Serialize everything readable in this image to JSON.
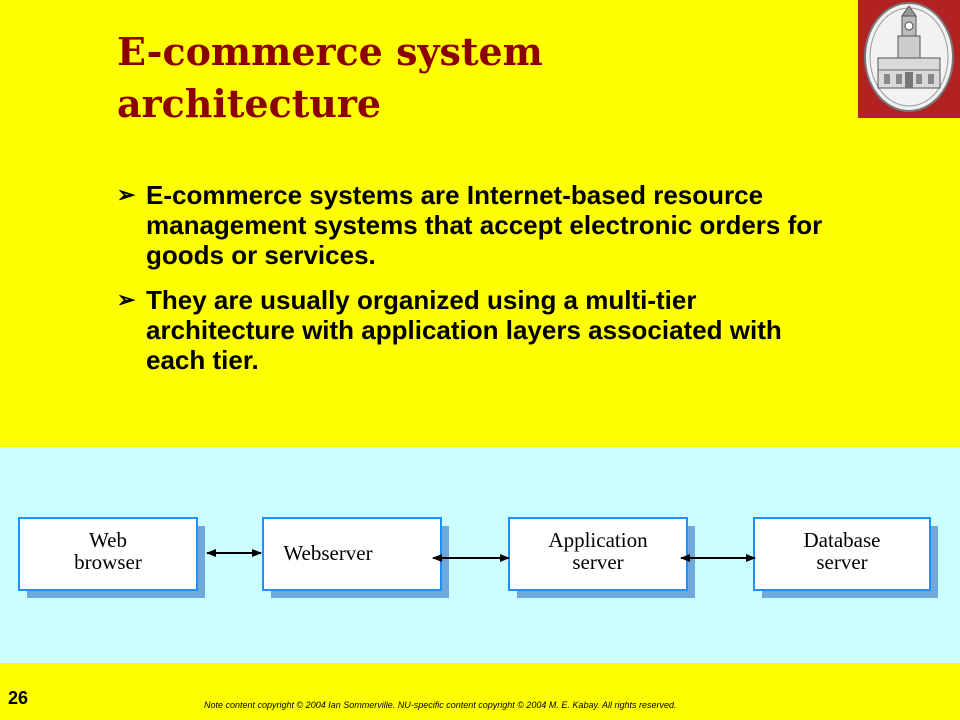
{
  "slide": {
    "title": "E-commerce system architecture",
    "bullets": [
      "E-commerce systems are Internet-based resource management systems that accept electronic orders for goods or services.",
      "They are usually organized using a multi-tier architecture with application layers associated with each tier."
    ],
    "bullet_icon": "arrow-bullet-icon",
    "logo_icon": "clock-tower-seal-icon"
  },
  "diagram": {
    "nodes": [
      {
        "id": "web-browser",
        "label_lines": [
          "Web",
          "browser"
        ]
      },
      {
        "id": "webserver",
        "label_lines": [
          "Webserver"
        ]
      },
      {
        "id": "application-server",
        "label_lines": [
          "Application",
          "server"
        ]
      },
      {
        "id": "database-server",
        "label_lines": [
          "Database",
          "server"
        ]
      }
    ],
    "connectors": [
      {
        "from": "web-browser",
        "to": "webserver",
        "type": "bidirectional"
      },
      {
        "from": "webserver",
        "to": "application-server",
        "type": "bidirectional"
      },
      {
        "from": "application-server",
        "to": "database-server",
        "type": "bidirectional"
      }
    ]
  },
  "footer": {
    "page_number": "26",
    "copyright": "Note content copyright © 2004 Ian Sommerville.  NU-specific content copyright © 2004 M. E. Kabay.  All rights reserved."
  },
  "colors": {
    "background": "#ffff00",
    "diagram_band": "#ccffff",
    "title": "#8b0000",
    "node_border": "#1e90ff",
    "logo_bg": "#b22222"
  }
}
